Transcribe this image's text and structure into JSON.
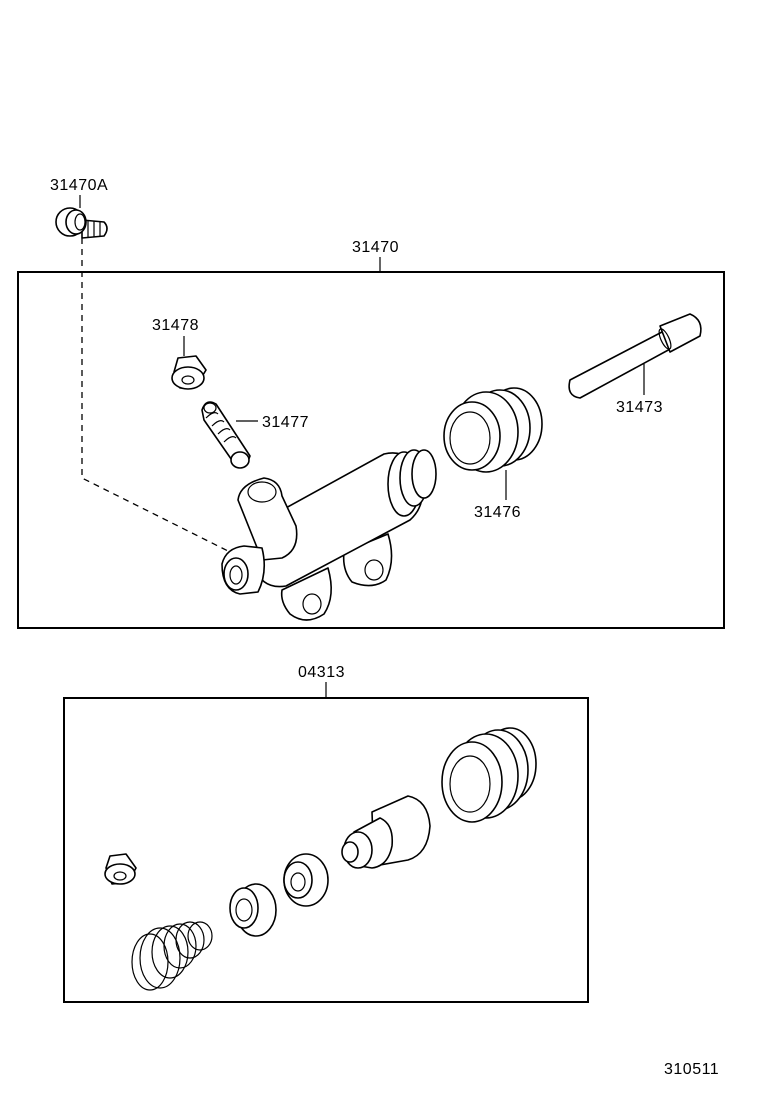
{
  "labels": {
    "bolt": "31470A",
    "assembly": "31470",
    "bleeder_cap": "31478",
    "bleeder_plug": "31477",
    "push_rod": "31473",
    "boot": "31476",
    "repair_kit": "04313",
    "diagram_code": "310511"
  }
}
